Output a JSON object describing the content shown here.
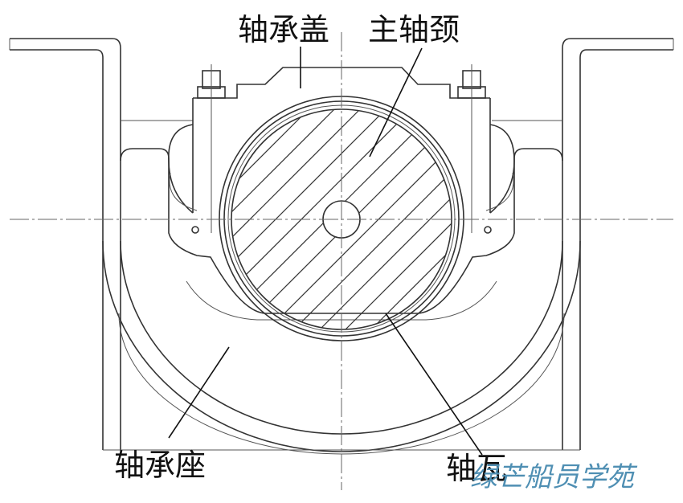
{
  "labels": {
    "bearing_cap": "轴承盖",
    "main_journal": "主轴颈",
    "bearing_seat": "轴承座",
    "bearing_shell": "轴瓦"
  },
  "watermark": {
    "text": "绿芒船员学苑",
    "color": "#4f8fb3"
  },
  "colors": {
    "line": "#333333",
    "background": "#ffffff"
  }
}
